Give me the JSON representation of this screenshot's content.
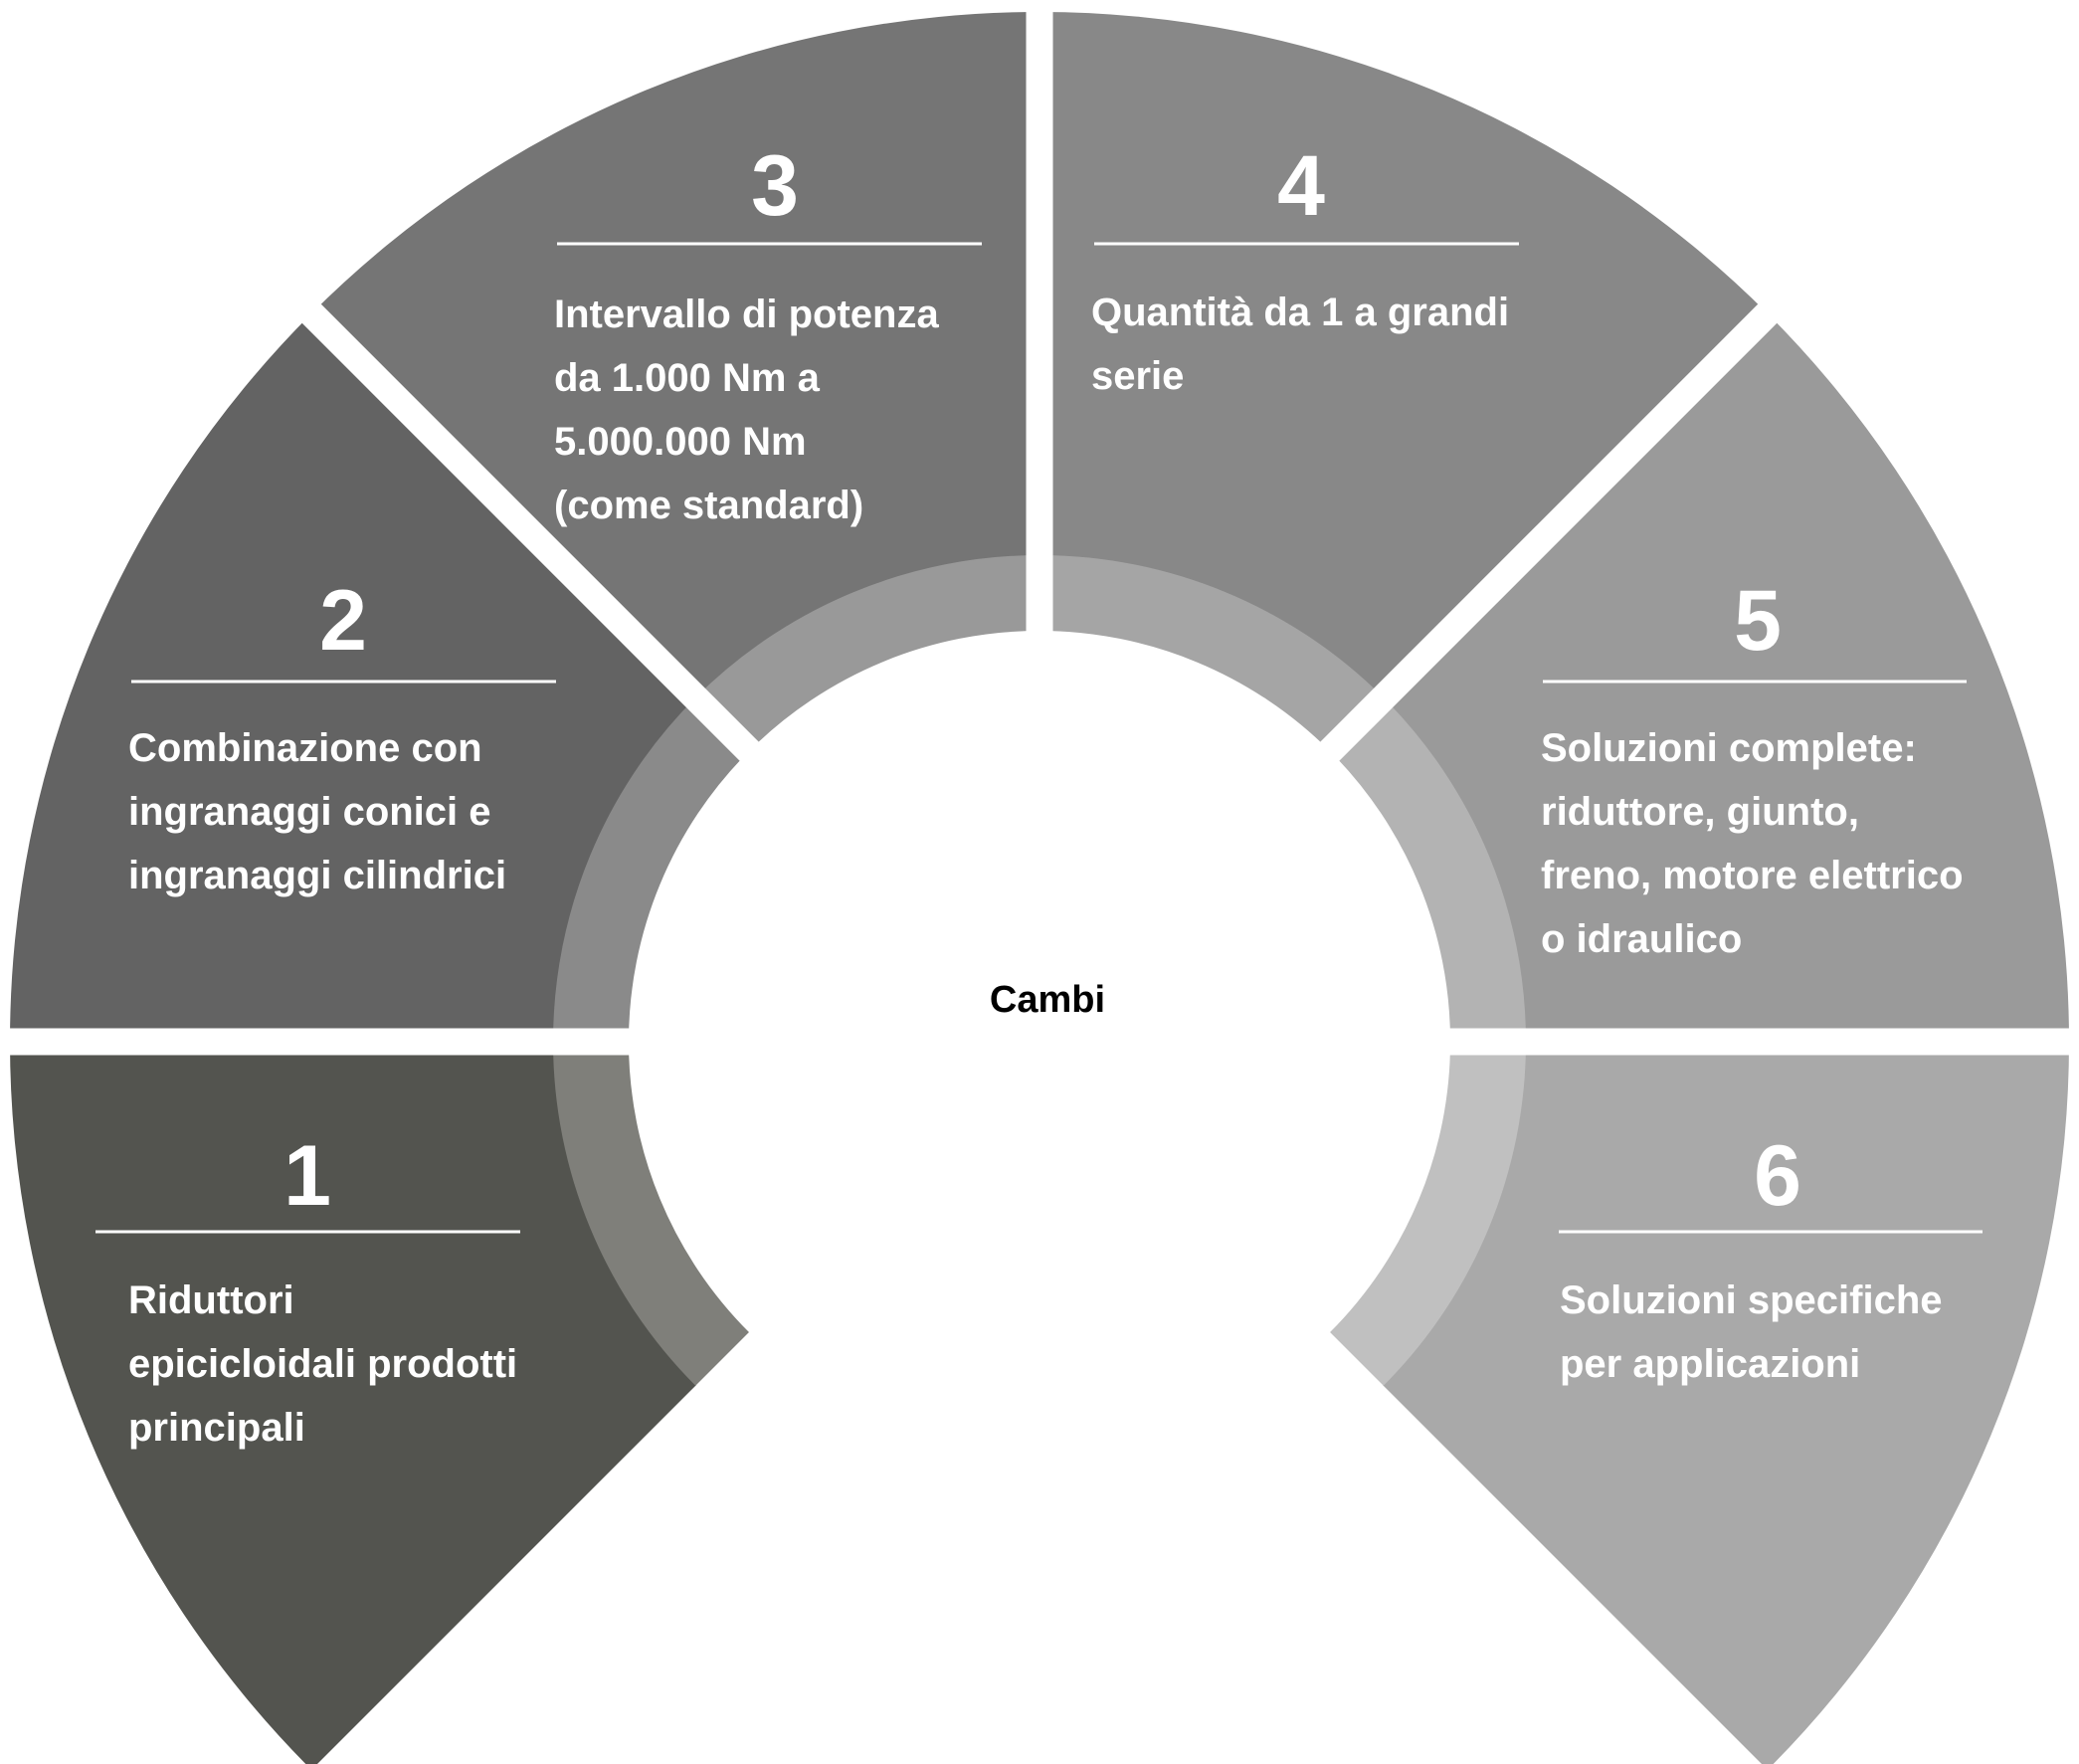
{
  "center_label": "Cambi",
  "segments": [
    {
      "number": "1",
      "lines": [
        "Riduttori",
        "epicicloidali prodotti",
        "principali"
      ],
      "color": "#53544f",
      "ring_color": "#7f7f7a"
    },
    {
      "number": "2",
      "lines": [
        "Combinazione con",
        "ingranaggi conici e",
        "ingranaggi cilindrici"
      ],
      "color": "#636363",
      "ring_color": "#8a8a8a"
    },
    {
      "number": "3",
      "lines": [
        "Intervallo di potenza",
        "da 1.000 Nm a",
        "5.000.000 Nm",
        "(come standard)"
      ],
      "color": "#757575",
      "ring_color": "#999999"
    },
    {
      "number": "4",
      "lines": [
        "Quantità da 1 a grandi",
        "serie"
      ],
      "color": "#888888",
      "ring_color": "#a5a5a5"
    },
    {
      "number": "5",
      "lines": [
        "Soluzioni complete:",
        "riduttore, giunto,",
        "freno, motore elettrico",
        "o idraulico"
      ],
      "color": "#9a9a9a",
      "ring_color": "#b3b3b3"
    },
    {
      "number": "6",
      "lines": [
        "Soluzioni specifiche",
        "per applicazioni"
      ],
      "color": "#a9a9a9",
      "ring_color": "#c0c0c0"
    }
  ]
}
